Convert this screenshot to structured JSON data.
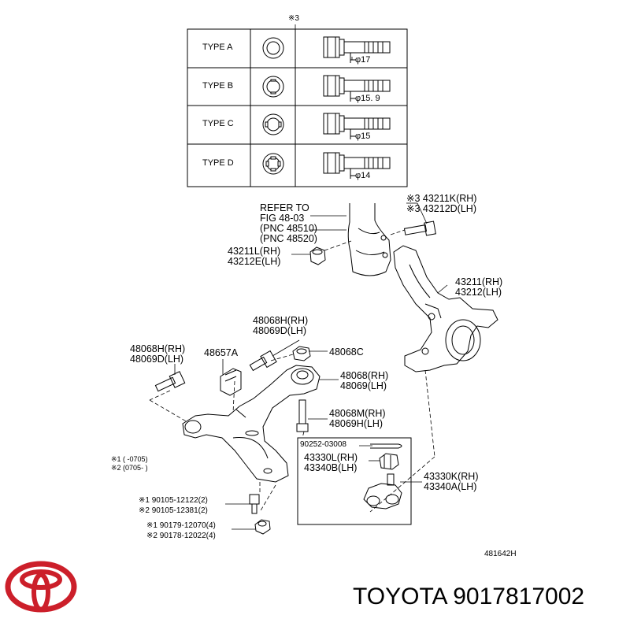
{
  "table": {
    "header_mark": "※3",
    "rows": [
      {
        "type": "TYPE A",
        "dim": "φ17"
      },
      {
        "type": "TYPE B",
        "dim": "φ15. 9"
      },
      {
        "type": "TYPE C",
        "dim": "φ15"
      },
      {
        "type": "TYPE D",
        "dim": "φ14"
      }
    ]
  },
  "refer": {
    "line1": "REFER TO",
    "line2": "FIG 48-03",
    "line3": "(PNC 48510)",
    "line4": "(PNC 48520)"
  },
  "labels": {
    "bolt_top_rh": "※3 43211K(RH)",
    "bolt_top_lh": "※3 43212D(LH)",
    "nut_l_rh": "43211L(RH)",
    "nut_l_lh": "43212E(LH)",
    "knuckle_rh": "43211(RH)",
    "knuckle_lh": "43212(LH)",
    "bolt_mid_rh": "48068H(RH)",
    "bolt_mid_lh": "48069D(LH)",
    "bolt_left_rh": "48068H(RH)",
    "bolt_left_lh": "48069D(LH)",
    "bracket": "48657A",
    "nut_c": "48068C",
    "arm_rh": "48068(RH)",
    "arm_lh": "48069(LH)",
    "bolt_m_rh": "48068M(RH)",
    "bolt_m_lh": "48069H(LH)",
    "pin": "90252-03008",
    "nut_ball_rh": "43330L(RH)",
    "nut_ball_lh": "43340B(LH)",
    "ball_rh": "43330K(RH)",
    "ball_lh": "43340A(LH)",
    "note1": "※1 (      -0705)",
    "note2": "※2 (0705-      )",
    "p1": "※1 90105-12122(2)",
    "p2": "※2 90105-12381(2)",
    "p3": "※1 90179-12070(4)",
    "p4": "※2 90178-12022(4)",
    "figure_code": "481642H"
  },
  "footer": {
    "brand_part": "TOYOTA 9017817002"
  },
  "colors": {
    "logo": "#cc1f2a",
    "line": "#000000"
  },
  "icons": {
    "logo": "toyota-logo-icon"
  }
}
